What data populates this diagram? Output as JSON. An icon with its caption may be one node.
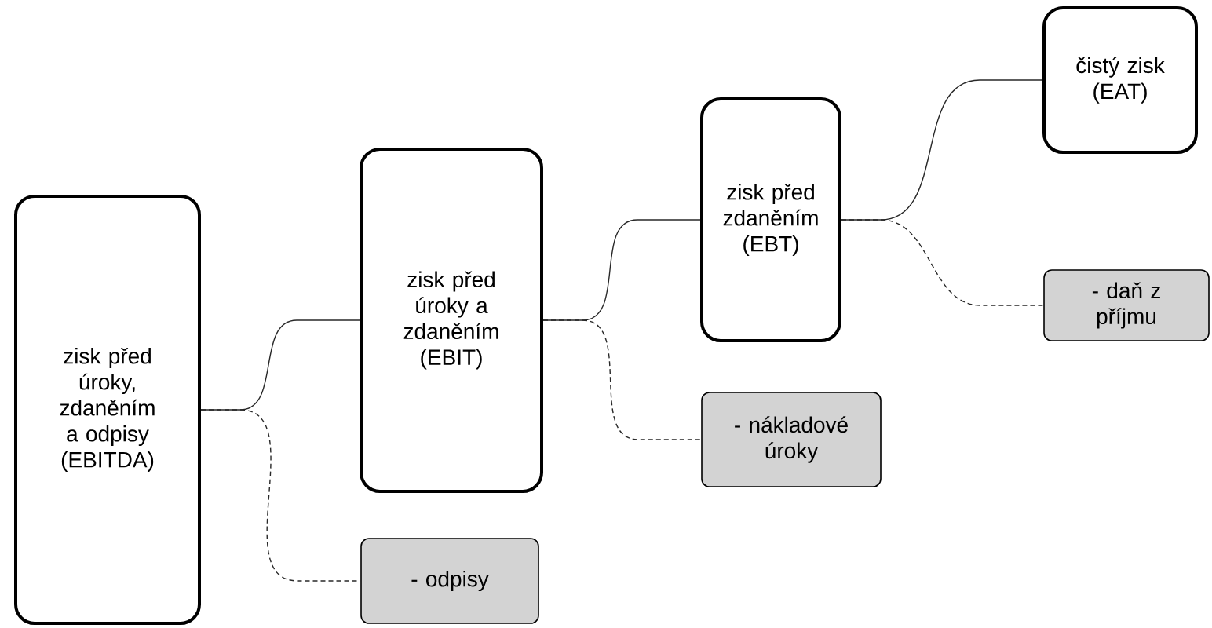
{
  "diagram": {
    "nodes": [
      {
        "text": [
          "zisk před úroky, zdaněním a odpisy (EBITDA)"
        ]
      },
      {
        "text": [
          "zisk před úroky a zdaněním (EBIT)"
        ]
      },
      {
        "text": [
          "zisk před zdaněním (EBT)"
        ]
      },
      {
        "text": [
          "čistý zisk (EAT)"
        ]
      },
      {
        "text": [
          "- odpisy"
        ]
      },
      {
        "text": [
          "- nákladové úroky"
        ]
      },
      {
        "text": [
          "- daň z příjmu"
        ]
      }
    ],
    "edges": [
      {
        "from": 0,
        "to": 1,
        "arrow": "none"
      },
      {
        "from": 0,
        "to": 4,
        "arrow": "none",
        "style": "dashed"
      },
      {
        "from": 1,
        "to": 2,
        "arrow": "none"
      },
      {
        "from": 1,
        "to": 5,
        "arrow": "none",
        "style": "dashed"
      },
      {
        "from": 2,
        "to": 3,
        "arrow": "none"
      },
      {
        "from": 2,
        "to": 6,
        "arrow": "none",
        "style": "dashed"
      }
    ]
  }
}
